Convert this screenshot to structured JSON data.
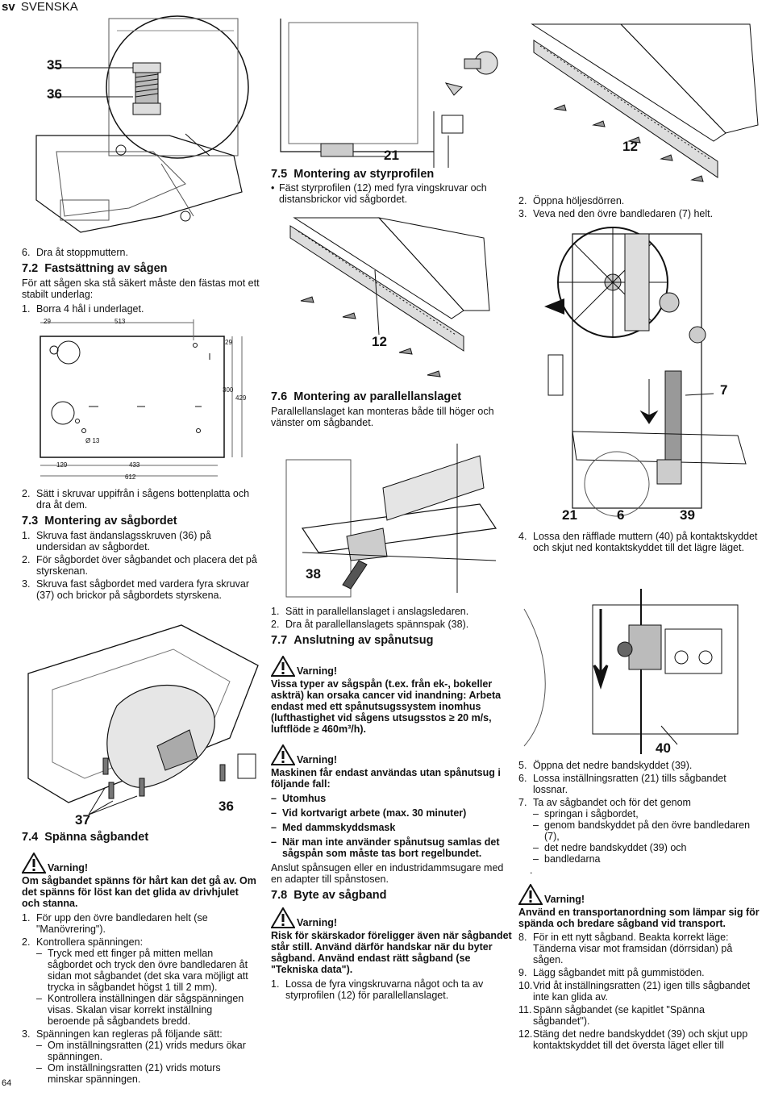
{
  "header": {
    "lang_code": "sv",
    "lang_name": "SVENSKA"
  },
  "page_number": "64",
  "figures": {
    "fig1": {
      "labels": [
        "35",
        "36"
      ]
    },
    "fig2": {
      "labels": [
        "21"
      ]
    },
    "fig3": {
      "labels": [
        "12"
      ]
    },
    "fig4": {
      "labels": [
        "12"
      ]
    },
    "fig5": {
      "labels": [
        "7",
        "21",
        "6",
        "39"
      ]
    },
    "fig6": {
      "dims": [
        "29",
        "513",
        "29",
        "300",
        "429",
        "129",
        "433",
        "612",
        "Ø 13"
      ]
    },
    "fig7": {
      "labels": [
        "38"
      ]
    },
    "fig8": {
      "labels": [
        "37",
        "36"
      ]
    },
    "fig9": {
      "labels": [
        "40"
      ]
    }
  },
  "s75": {
    "title_num": "7.5",
    "title": "Montering av styrprofilen",
    "bullet": "Fäst styrprofilen (12) med fyra vingskruvar och distansbrickor vid sågbordet."
  },
  "right_top": {
    "items": [
      {
        "n": "2.",
        "t": "Öppna höljesdörren."
      },
      {
        "n": "3.",
        "t": "Veva ned den övre bandledaren (7) helt."
      }
    ]
  },
  "col1_top": {
    "item6": {
      "n": "6.",
      "t": "Dra åt stoppmuttern."
    },
    "s72_num": "7.2",
    "s72_title": "Fastsättning av sågen",
    "s72_intro": "För att sågen ska stå säkert måste den fästas mot ett stabilt underlag:",
    "s72_item1": {
      "n": "1.",
      "t": "Borra 4 hål i underlaget."
    },
    "s72_item2": {
      "n": "2.",
      "t": "Sätt i skruvar uppifrån i sågens bottenplatta och dra åt dem."
    }
  },
  "s73": {
    "num": "7.3",
    "title": "Montering av sågbordet",
    "items": [
      {
        "n": "1.",
        "t": "Skruva fast ändanslagsskruven (36) på undersidan av sågbordet."
      },
      {
        "n": "2.",
        "t": "För sågbordet över sågbandet och placera det på styrskenan."
      },
      {
        "n": "3.",
        "t": "Skruva fast sågbordet med vardera fyra skruvar (37) och brickor på sågbordets styrskena."
      }
    ]
  },
  "s76": {
    "num": "7.6",
    "title": "Montering av parallellanslaget",
    "intro": "Parallellanslaget kan monteras både till höger och vänster om sågbandet.",
    "items": [
      {
        "n": "1.",
        "t": "Sätt in parallellanslaget i anslagsledaren."
      },
      {
        "n": "2.",
        "t": "Dra åt parallellanslagets spännspak (38)."
      }
    ]
  },
  "s77": {
    "num": "7.7",
    "title": "Anslutning av spånutsug",
    "warn1_label": "Varning!",
    "warn1_text": "Vissa typer av sågspån (t.ex. från ek-, bokeller askträ) kan orsaka cancer vid inandning: Arbeta endast med ett spånutsugssystem inomhus (lufthastighet vid sågens utsugsstos ≥ 20 m/s, luftflöde ≥ 460m³/h).",
    "warn2_label": "Varning!",
    "warn2_intro": "Maskinen får endast användas utan spånutsug i följande fall:",
    "warn2_items": [
      "Utomhus",
      "Vid kortvarigt arbete (max. 30 minuter)",
      "Med dammskyddsmask",
      "När man inte använder spånutsug samlas det sågspån som måste tas bort regelbundet."
    ],
    "note": "Anslut spånsugen eller en industridammsugare med en adapter till spånstosen."
  },
  "s78": {
    "num": "7.8",
    "title": "Byte av sågband",
    "warn_label": "Varning!",
    "warn_text": "Risk för skärskador föreligger även när sågbandet står still. Använd därför handskar när du byter sågband. Använd endast rätt sågband (se \"Tekniska data\").",
    "item1": {
      "n": "1.",
      "t": "Lossa de fyra vingskruvarna något och ta av styrprofilen (12) för parallellanslaget."
    }
  },
  "s74": {
    "num": "7.4",
    "title": "Spänna sågbandet",
    "warn_label": "Varning!",
    "warn_text": "Om sågbandet spänns för hårt kan det gå av. Om det spänns för löst kan det glida av drivhjulet och stanna.",
    "item1": {
      "n": "1.",
      "t": "För upp den övre bandledaren helt (se \"Manövrering\")."
    },
    "item2": {
      "n": "2.",
      "t": "Kontrollera spänningen:"
    },
    "item2_subs": [
      "Tryck med ett finger på mitten mellan sågbordet och tryck den övre bandledaren åt sidan mot sågbandet (det ska vara möjligt att trycka in sågbandet högst 1 till 2 mm).",
      "Kontrollera inställningen där sågspänningen visas. Skalan visar korrekt inställning beroende på sågbandets bredd."
    ],
    "item3": {
      "n": "3.",
      "t": "Spänningen kan regleras på följande sätt:"
    },
    "item3_subs": [
      "Om inställningsratten (21) vrids medurs ökar spänningen.",
      "Om inställningsratten (21) vrids moturs minskar spänningen."
    ]
  },
  "col3": {
    "item4": {
      "n": "4.",
      "t": "Lossa den räfflade muttern (40) på kontaktskyddet och skjut ned kontaktskyddet till det lägre läget."
    },
    "item5": {
      "n": "5.",
      "t": "Öppna det nedre bandskyddet (39)."
    },
    "item6": {
      "n": "6.",
      "t": "Lossa inställningsratten (21) tills sågbandet lossnar."
    },
    "item7": {
      "n": "7.",
      "t": "Ta av sågbandet och för det genom"
    },
    "item7_subs": [
      "springan i sågbordet,",
      "genom bandskyddet på den övre bandledaren (7),",
      "det nedre bandskyddet (39) och",
      "bandledarna"
    ],
    "dot": ".",
    "warn_label": "Varning!",
    "warn_text": "Använd en transportanordning som lämpar sig för spända och bredare sågband vid transport.",
    "items_after": [
      {
        "n": "8.",
        "t": "För in ett nytt sågband. Beakta korrekt läge: Tänderna visar mot framsidan (dörrsidan) på sågen."
      },
      {
        "n": "9.",
        "t": "Lägg sågbandet mitt på gummistöden."
      },
      {
        "n": "10.",
        "t": "Vrid åt inställningsratten (21) igen tills sågbandet inte kan glida av."
      },
      {
        "n": "11.",
        "t": "Spänn sågbandet (se kapitlet \"Spänna sågbandet\")."
      },
      {
        "n": "12.",
        "t": "Stäng det nedre bandskyddet (39) och skjut upp kontaktskyddet till det översta läget eller till"
      }
    ]
  }
}
